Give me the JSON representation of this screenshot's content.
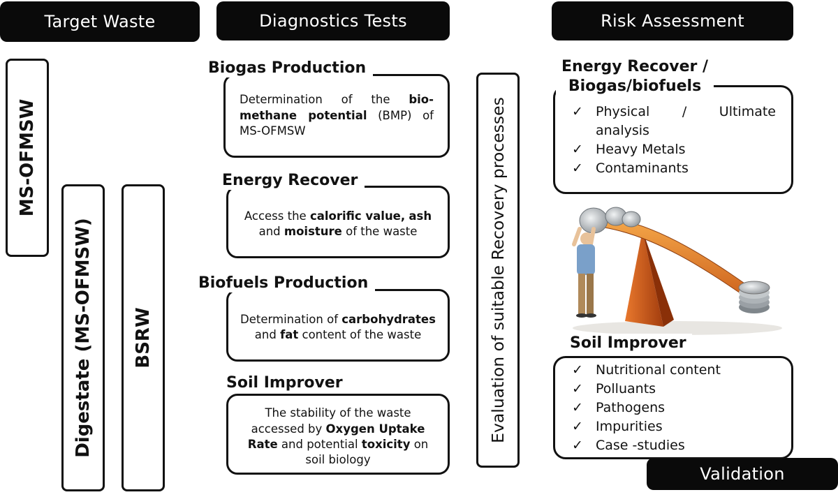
{
  "headers": {
    "target_waste": "Target Waste",
    "diagnostics_tests": "Diagnostics Tests",
    "risk_assessment": "Risk Assessment",
    "validation": "Validation"
  },
  "target_waste": {
    "ms_ofmsw": "MS-OFMSW",
    "digestate": "Digestate (MS-OFMSW)",
    "bsrw": "BSRW"
  },
  "evaluation_label": "Evaluation of suitable Recovery processes",
  "diagnostics": {
    "biogas": {
      "title": "Biogas Production",
      "t1": "Determination of the ",
      "b1": "bio-methane potential",
      "t2": " (BMP) of MS-OFMSW"
    },
    "energy": {
      "title": "Energy Recover",
      "t1": "Access the ",
      "b1": "calorific value,",
      "t2": " ",
      "b2": "ash",
      "t3": " and ",
      "b3": "moisture",
      "t4": " of the waste"
    },
    "biofuels": {
      "title": "Biofuels Production",
      "t1": "Determination of ",
      "b1": "carbohydrates",
      "t2": " and ",
      "b2": "fat",
      "t3": " content of the waste"
    },
    "soil": {
      "title": "Soil Improver",
      "t1": "The stability of the waste accessed by ",
      "b1": "Oxygen Uptake Rate",
      "t2": " and potential ",
      "b2": "toxicity",
      "t3": " on soil biology"
    }
  },
  "risk": {
    "energy": {
      "title_line1": "Energy Recover /",
      "title_line2": "Biogas/biofuels",
      "items": [
        "Physical / Ultimate analysis",
        "Heavy Metals",
        "Contaminants"
      ]
    },
    "soil": {
      "title": "Soil Improver",
      "items": [
        "Nutritional content",
        "Polluants",
        "Pathogens",
        "Impurities",
        "Case -studies"
      ]
    },
    "check_glyph": "✓"
  },
  "illustration": "person-balancing-coins-on-seesaw"
}
